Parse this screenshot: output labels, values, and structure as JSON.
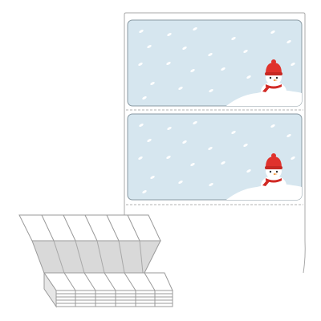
{
  "product": {
    "label_count_shown": 2,
    "label_theme": "snowman-winter",
    "colors": {
      "label_background": "#d6e6ef",
      "snowflake": "#ffffff",
      "snowman_hat": "#e0322c",
      "scarf": "#d12a25",
      "liner_outline": "#a9a9a9",
      "perforation": "#b0b0b0",
      "fanfold_stack": "#b9b9b9"
    },
    "fanfold_stack": {
      "description_icon": "fanfold-label-stack"
    }
  }
}
